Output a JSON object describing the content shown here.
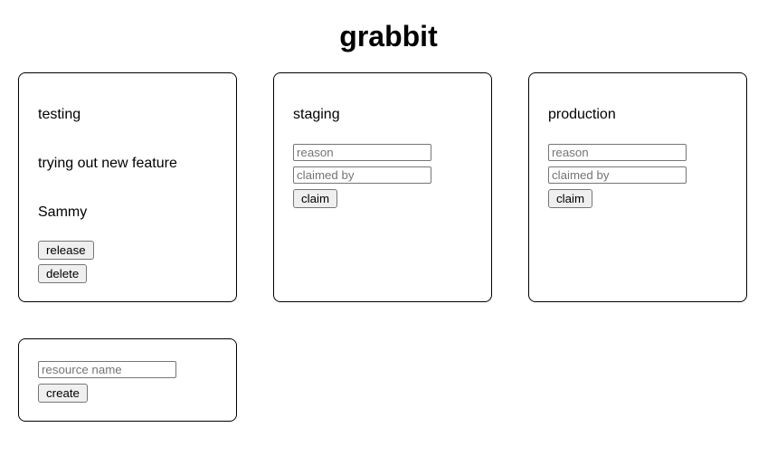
{
  "page": {
    "title": "grabbit"
  },
  "resources": [
    {
      "name": "testing",
      "claimed": true,
      "reason": "trying out new feature",
      "claimed_by": "Sammy",
      "buttons": {
        "release": "release",
        "delete": "delete"
      }
    },
    {
      "name": "staging",
      "claimed": false,
      "inputs": {
        "reason_placeholder": "reason",
        "claimed_by_placeholder": "claimed by"
      },
      "buttons": {
        "claim": "claim"
      }
    },
    {
      "name": "production",
      "claimed": false,
      "inputs": {
        "reason_placeholder": "reason",
        "claimed_by_placeholder": "claimed by"
      },
      "buttons": {
        "claim": "claim"
      }
    }
  ],
  "create_panel": {
    "name_placeholder": "resource name",
    "create_label": "create"
  },
  "colors": {
    "text": "#000000",
    "card_border": "#000000",
    "input_border": "#767676",
    "button_background": "#efefef",
    "placeholder_text": "#757575"
  }
}
